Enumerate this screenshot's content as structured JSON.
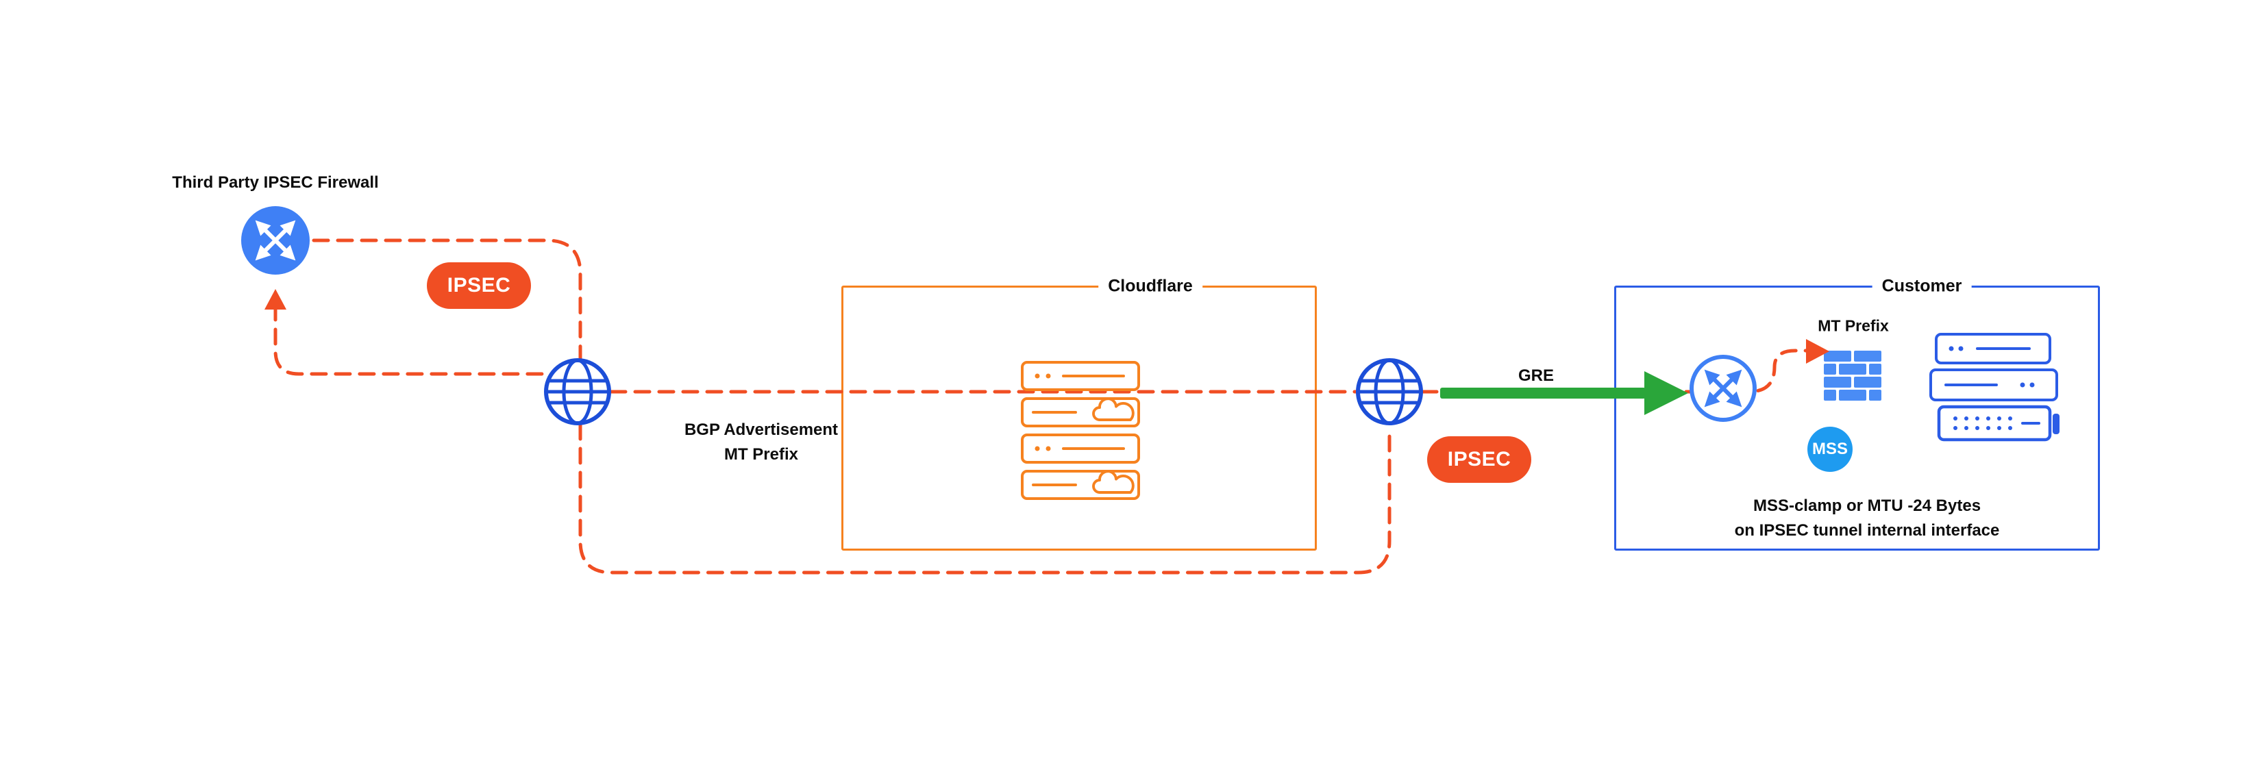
{
  "diagram": {
    "nodes": {
      "third_party_firewall_label": "Third Party IPSEC Firewall",
      "cloudflare_box_label": "Cloudflare",
      "customer_box_label": "Customer"
    },
    "badges": {
      "ipsec_left": "IPSEC",
      "ipsec_right": "IPSEC",
      "mss": "MSS"
    },
    "labels": {
      "bgp_advertisement_line1": "BGP Advertisement",
      "bgp_advertisement_line2": "MT Prefix",
      "gre": "GRE",
      "mt_prefix": "MT Prefix",
      "customer_note_line1": "MSS-clamp or MTU -24 Bytes",
      "customer_note_line2": "on IPSEC tunnel internal interface"
    },
    "icons": {
      "third_party_firewall": "router-cross-arrows-icon",
      "internet_left": "globe-icon",
      "internet_right": "globe-icon",
      "cloudflare_servers": "server-icon",
      "cloudflare_server_cloud": "cloud-icon",
      "customer_router": "router-cross-arrows-icon",
      "customer_firewall": "firewall-bricks-icon",
      "customer_servers": "server-icon",
      "gre_arrow": "green-arrow-icon",
      "tunnel_path": "dashed-tunnel-line"
    },
    "colors": {
      "cloudflare_orange": "#F6821F",
      "tunnel_red_orange": "#F04E23",
      "customer_blue": "#2B5CE6",
      "router_blue": "#3F80F5",
      "globe_blue": "#1C4ED8",
      "mss_blue": "#1E9BF0",
      "gre_green": "#2AA63A",
      "text": "#0D0D0D"
    }
  }
}
